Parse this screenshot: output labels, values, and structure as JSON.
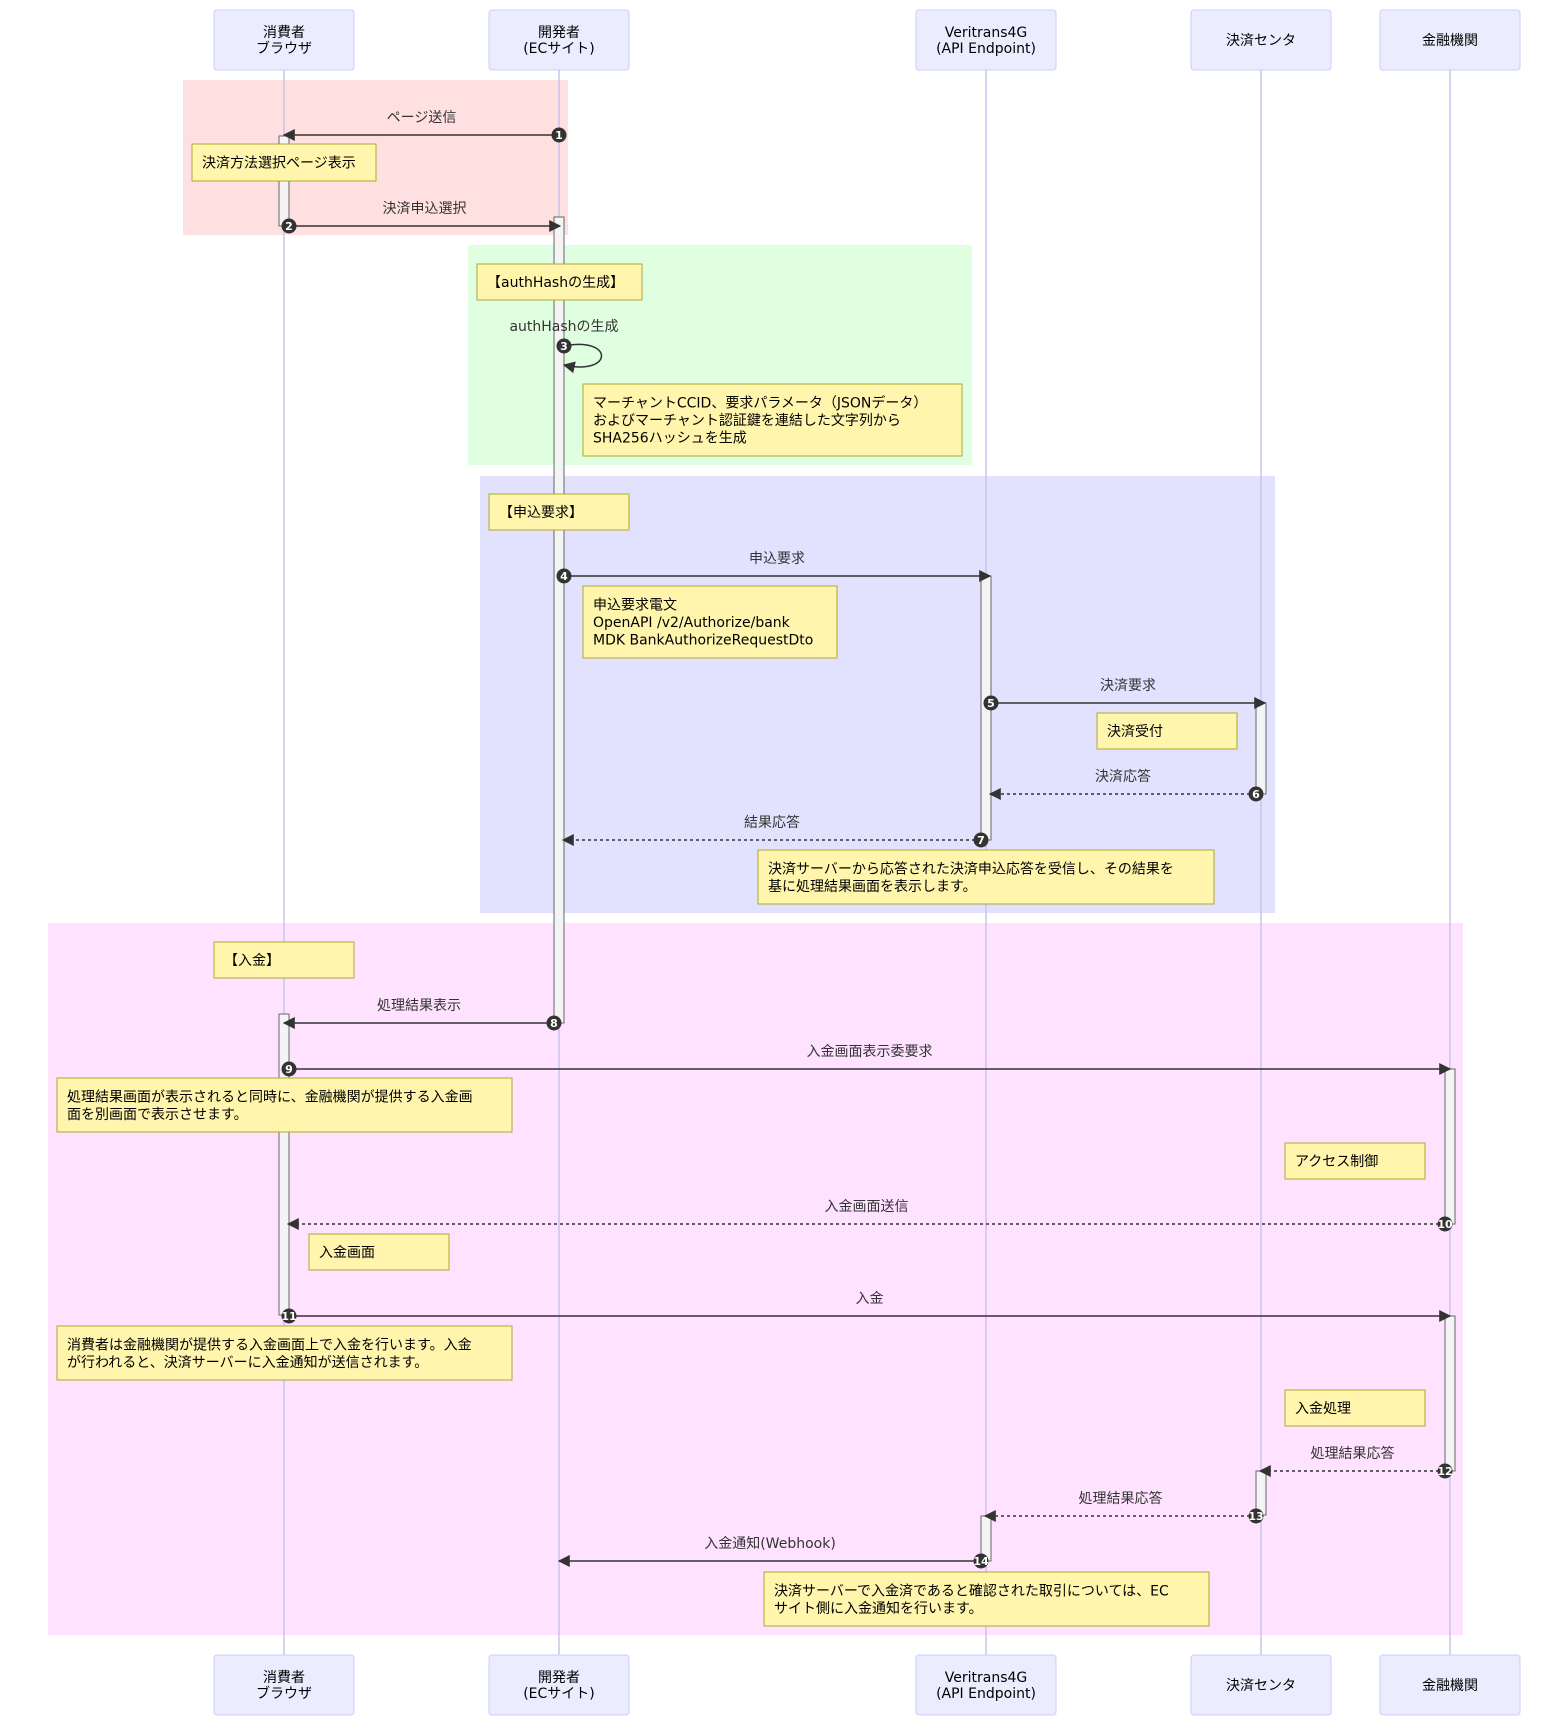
{
  "actors": [
    {
      "id": "consumer",
      "lines": [
        "消費者",
        "ブラウザ"
      ]
    },
    {
      "id": "developer",
      "lines": [
        "開発者",
        "(ECサイト)"
      ]
    },
    {
      "id": "veritrans",
      "lines": [
        "Veritrans4G",
        "(API Endpoint)"
      ]
    },
    {
      "id": "center",
      "lines": [
        "決済センタ"
      ]
    },
    {
      "id": "bank",
      "lines": [
        "金融機関"
      ]
    }
  ],
  "sections": [
    {
      "id": "page-send",
      "color": "#FFE0E0"
    },
    {
      "id": "authhash",
      "color": "#E0FFE0"
    },
    {
      "id": "request",
      "color": "#E2E2FF"
    },
    {
      "id": "deposit",
      "color": "#FFE2FF"
    }
  ],
  "messages": [
    {
      "n": "1",
      "label": "ページ送信",
      "from": "developer",
      "to": "consumer",
      "dashed": false
    },
    {
      "n": "2",
      "label": "決済申込選択",
      "from": "consumer",
      "to": "developer",
      "dashed": false
    },
    {
      "n": "3",
      "label": "authHashの生成",
      "from": "developer",
      "to": "developer",
      "dashed": false
    },
    {
      "n": "4",
      "label": "申込要求",
      "from": "developer",
      "to": "veritrans",
      "dashed": false
    },
    {
      "n": "5",
      "label": "決済要求",
      "from": "veritrans",
      "to": "center",
      "dashed": false
    },
    {
      "n": "6",
      "label": "決済応答",
      "from": "center",
      "to": "veritrans",
      "dashed": true
    },
    {
      "n": "7",
      "label": "結果応答",
      "from": "veritrans",
      "to": "developer",
      "dashed": true
    },
    {
      "n": "8",
      "label": "処理結果表示",
      "from": "developer",
      "to": "consumer",
      "dashed": false
    },
    {
      "n": "9",
      "label": "入金画面表示委要求",
      "from": "consumer",
      "to": "bank",
      "dashed": false
    },
    {
      "n": "10",
      "label": "入金画面送信",
      "from": "bank",
      "to": "consumer",
      "dashed": true
    },
    {
      "n": "11",
      "label": "入金",
      "from": "consumer",
      "to": "bank",
      "dashed": false
    },
    {
      "n": "12",
      "label": "処理結果応答",
      "from": "bank",
      "to": "center",
      "dashed": true
    },
    {
      "n": "13",
      "label": "処理結果応答",
      "from": "center",
      "to": "veritrans",
      "dashed": true
    },
    {
      "n": "14",
      "label": "入金通知(Webhook)",
      "from": "veritrans",
      "to": "developer",
      "dashed": false
    }
  ],
  "notes": [
    {
      "id": "select-page",
      "lines": [
        "決済方法選択ページ表示"
      ]
    },
    {
      "id": "authhash-title",
      "lines": [
        "【authHashの生成】"
      ]
    },
    {
      "id": "authhash-desc",
      "lines": [
        "マーチャントCCID、要求パラメータ（JSONデータ）",
        "およびマーチャント認証鍵を連結した文字列から",
        "SHA256ハッシュを生成"
      ]
    },
    {
      "id": "request-title",
      "lines": [
        "【申込要求】"
      ]
    },
    {
      "id": "request-desc",
      "lines": [
        "申込要求電文",
        "OpenAPI /v2/Authorize/bank",
        "MDK BankAuthorizeRequestDto"
      ]
    },
    {
      "id": "accept",
      "lines": [
        "決済受付"
      ]
    },
    {
      "id": "result-desc",
      "lines": [
        "決済サーバーから応答された決済申込応答を受信し、その結果を",
        "基に処理結果画面を表示します。"
      ]
    },
    {
      "id": "deposit-title",
      "lines": [
        "【入金】"
      ]
    },
    {
      "id": "display-desc",
      "lines": [
        "処理結果画面が表示されると同時に、金融機関が提供する入金画",
        "面を別画面で表示させます。"
      ]
    },
    {
      "id": "access",
      "lines": [
        "アクセス制御"
      ]
    },
    {
      "id": "deposit-screen",
      "lines": [
        "入金画面"
      ]
    },
    {
      "id": "deposit-desc",
      "lines": [
        "消費者は金融機関が提供する入金画面上で入金を行います。入金",
        "が行われると、決済サーバーに入金通知が送信されます。"
      ]
    },
    {
      "id": "deposit-proc",
      "lines": [
        "入金処理"
      ]
    },
    {
      "id": "notify-desc",
      "lines": [
        "決済サーバーで入金済であると確認された取引については、EC",
        "サイト側に入金通知を行います。"
      ]
    }
  ]
}
